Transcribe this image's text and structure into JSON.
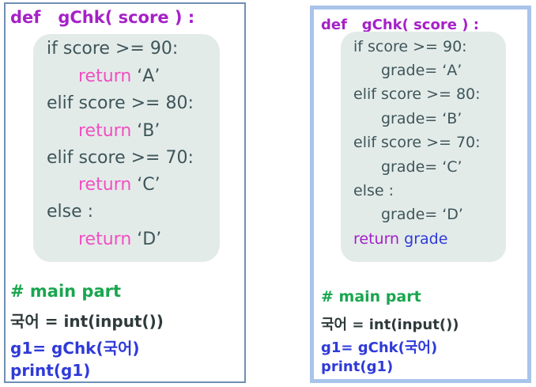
{
  "left": {
    "def_line": "def   gChk( score ) :",
    "block": [
      {
        "text": "if score >= 90:",
        "kind": "normal"
      },
      {
        "text": "return",
        "kind": "return",
        "value": "‘A’"
      },
      {
        "text": "elif score >= 80:",
        "kind": "normal"
      },
      {
        "text": "return",
        "kind": "return",
        "value": "‘B’"
      },
      {
        "text": "elif score >= 70:",
        "kind": "normal"
      },
      {
        "text": "return",
        "kind": "return",
        "value": "‘C’"
      },
      {
        "text": "else :",
        "kind": "normal"
      },
      {
        "text": "return",
        "kind": "return",
        "value": "‘D’"
      }
    ],
    "comment": "# main part",
    "line_korean": "국어 = int(input())",
    "line_g1": "g1= gChk(국어)",
    "line_print": "print(g1)"
  },
  "right": {
    "def_line": "def   gChk( score ) :",
    "block": [
      {
        "text": "if score >= 90:",
        "indent": false
      },
      {
        "text": "grade= ‘A’",
        "indent": true
      },
      {
        "text": "elif score >= 80:",
        "indent": false
      },
      {
        "text": "grade= ‘B’",
        "indent": true
      },
      {
        "text": "elif score >= 70:",
        "indent": false
      },
      {
        "text": "grade= ‘C’",
        "indent": true
      },
      {
        "text": "else :",
        "indent": false
      },
      {
        "text": "grade= ‘D’",
        "indent": true
      }
    ],
    "return_kw": "return",
    "return_var": "grade",
    "comment": "# main part",
    "line_korean": "국어 = int(input())",
    "line_g1": "g1= gChk(국어)",
    "line_print": "print(g1)"
  },
  "colors": {
    "def": "#a521c7",
    "code_box_bg": "#e3ebe9",
    "comment": "#19a64f",
    "return_pink": "#f14fc0",
    "blue": "#2f3ad9",
    "left_border": "#6f8fb4",
    "right_border": "#a9c4ea"
  }
}
